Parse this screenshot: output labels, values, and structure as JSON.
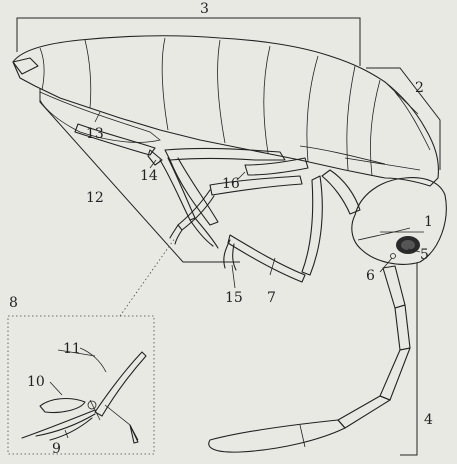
{
  "figure": {
    "labels": {
      "l1": "1",
      "l2": "2",
      "l3": "3",
      "l4": "4",
      "l5": "5",
      "l6": "6",
      "l7": "7",
      "l8": "8",
      "l9": "9",
      "l10": "10",
      "l11": "11",
      "l12": "12",
      "l13": "13",
      "l14": "14",
      "l15": "15",
      "l16": "16"
    },
    "colors": {
      "background": "#e9e9e4",
      "ink": "#222222"
    }
  }
}
